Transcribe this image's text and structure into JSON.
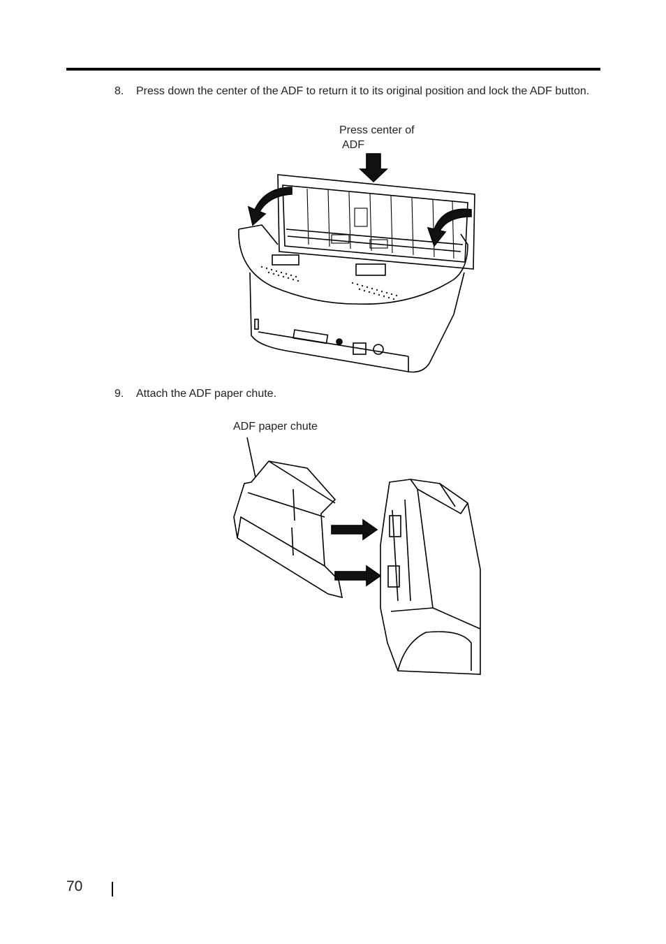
{
  "steps": [
    {
      "number": "8.",
      "text": "Press down the center of the ADF to return it to its original position and lock the ADF button."
    },
    {
      "number": "9.",
      "text": "Attach the ADF paper chute."
    }
  ],
  "figure1": {
    "callout_line1": "Press center of",
    "callout_line2": "ADF"
  },
  "figure2": {
    "callout": "ADF paper chute"
  },
  "footer": {
    "page_number": "70"
  }
}
